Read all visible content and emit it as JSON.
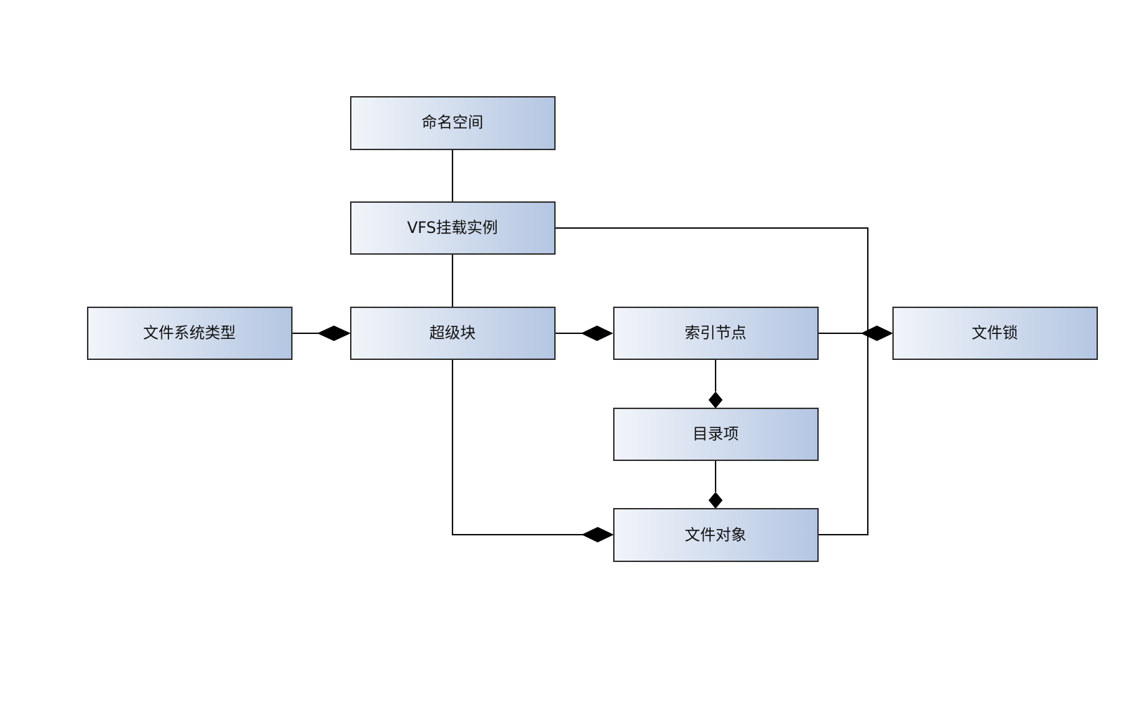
{
  "diagram": {
    "nodes": {
      "namespace": "命名空间",
      "vfs_mount": "VFS挂载实例",
      "superblock": "超级块",
      "fs_type": "文件系统类型",
      "inode": "索引节点",
      "file_lock": "文件锁",
      "dentry": "目录项",
      "file_object": "文件对象"
    }
  },
  "colors": {
    "box_gradient_start": "#f2f5fa",
    "box_gradient_end": "#b4c6e2",
    "box_border": "#333333",
    "line": "#111111"
  }
}
